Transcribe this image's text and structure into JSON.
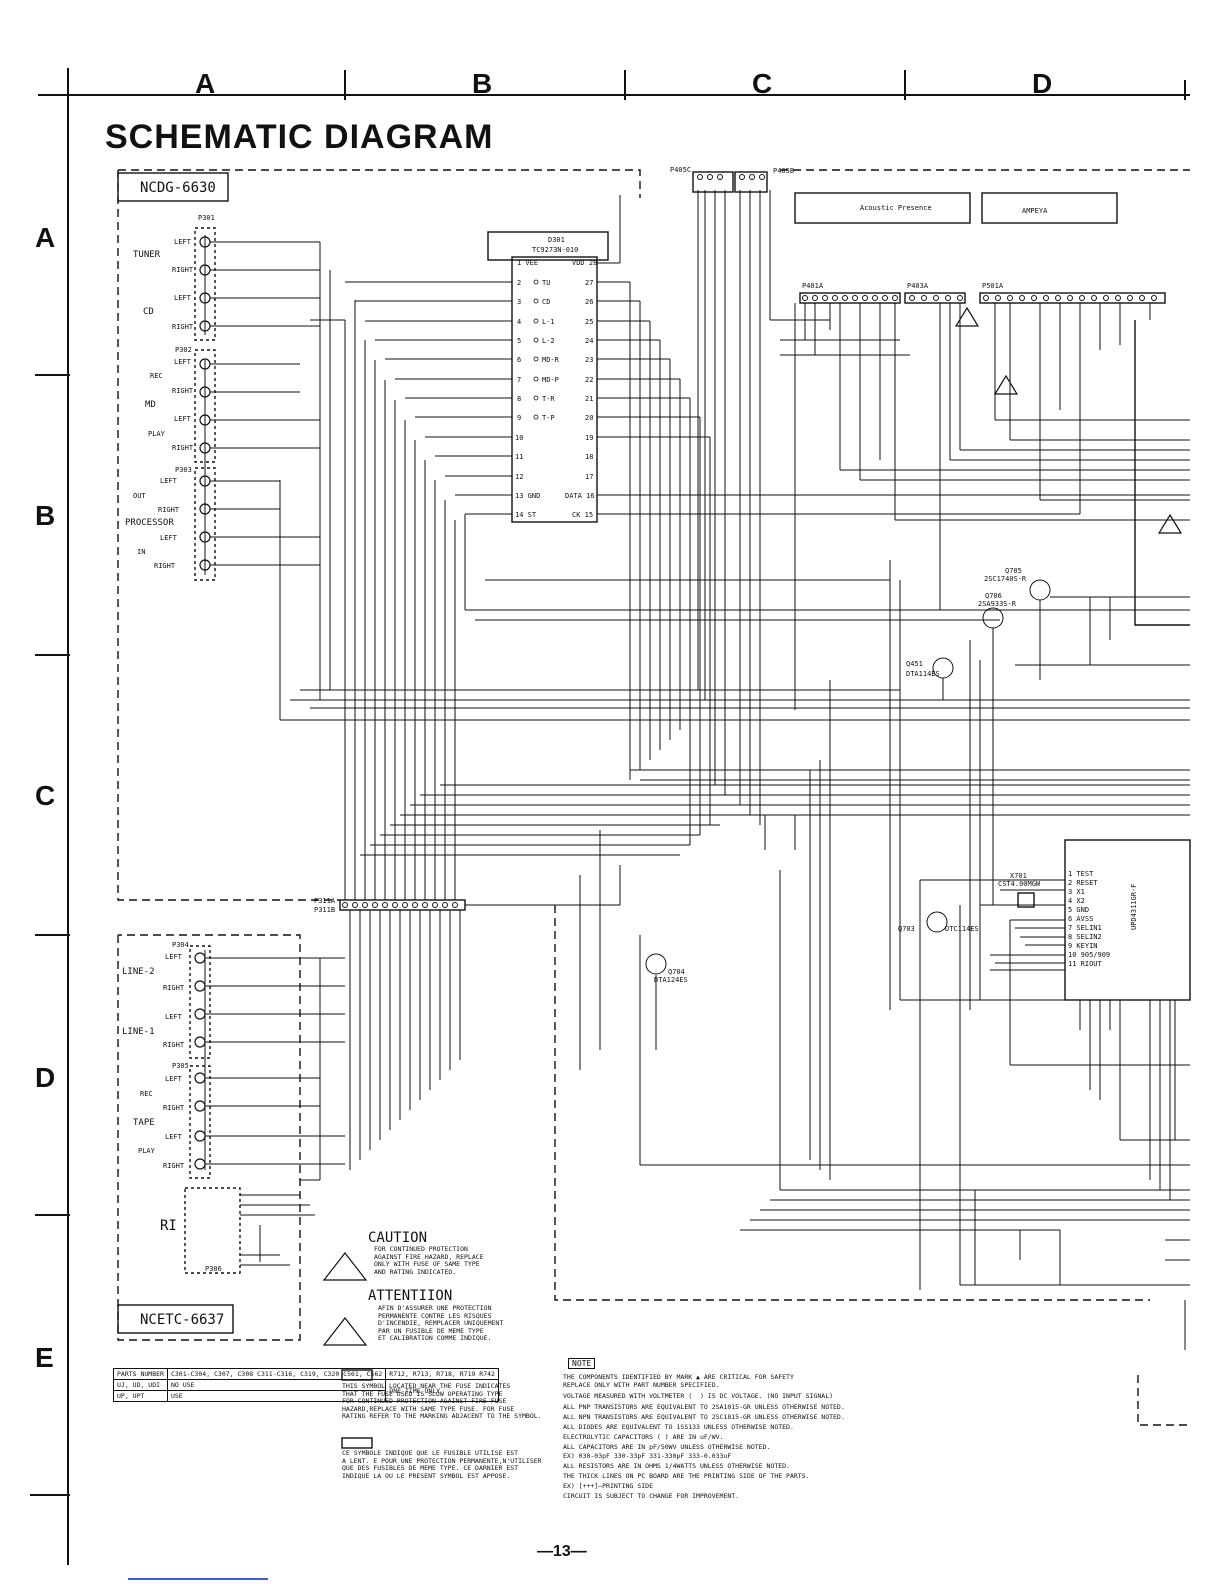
{
  "title": "SCHEMATIC DIAGRAM",
  "grid": {
    "columns": [
      "A",
      "B",
      "C",
      "D"
    ],
    "rows": [
      "A",
      "B",
      "C",
      "D",
      "E"
    ]
  },
  "boards": {
    "top": "NCDG-6630",
    "bottom": "NCETC-6637"
  },
  "ic": {
    "ref": "D301",
    "part": "TC9273N-010",
    "left_pins": [
      "1 VEE",
      "2",
      "3",
      "4",
      "5",
      "6",
      "7",
      "8",
      "9",
      "10",
      "11",
      "12",
      "13 GND",
      "14 ST"
    ],
    "right_pins": [
      "VDD 28",
      "27",
      "26",
      "25",
      "24",
      "23",
      "22",
      "21",
      "20",
      "19",
      "18",
      "17",
      "DATA 16",
      "CK 15"
    ],
    "switch_labels": [
      "TU",
      "CD",
      "L-1",
      "L-2",
      "MD-R",
      "MD-P",
      "T-R",
      "T-P"
    ]
  },
  "inputs": {
    "tuner": "TUNER",
    "cd": "CD",
    "rec": "REC",
    "md": "MD",
    "play": "PLAY",
    "out": "OUT",
    "processor": "PROCESSOR",
    "in": "IN",
    "left": "LEFT",
    "right": "RIGHT",
    "line2": "LINE-2",
    "line1": "LINE-1",
    "tape": "TAPE",
    "ri": "RI"
  },
  "connectors": [
    "P301",
    "P302",
    "P303",
    "P304",
    "P305",
    "P306",
    "P405C",
    "P405B",
    "P401A",
    "P403A",
    "P501A",
    "P311A",
    "P311B"
  ],
  "boxes": {
    "acoustic": "Acoustic Presence",
    "ampeya": "AMPEYA"
  },
  "transistors": {
    "q705": "Q705",
    "q705_part": "2SC1740S-R",
    "q706": "Q706",
    "q706_part": "2SA933S-R",
    "q451": "Q451",
    "q451_part": "DTA114ES",
    "q703": "Q703",
    "q703_part": "DTC114ES",
    "q704": "Q704",
    "q704_part": "DTA124ES"
  },
  "crystal": {
    "ref": "X701",
    "part": "CST4.00MGW"
  },
  "mcu_pins": [
    "1 TEST",
    "2 RESET",
    "3 X1",
    "4 X2",
    "5 GND",
    "6 AVSS",
    "7 SELIN1",
    "8 SELIN2",
    "9 KEYIN",
    "10 905/909",
    "11 RIOUT"
  ],
  "mcu_part": "UPD4311GR-F",
  "caution": {
    "head": "CAUTION",
    "body": "FOR CONTINUED PROTECTION\nAGAINST FIRE HAZARD, REPLACE\nONLY WITH FUSE OF SAME TYPE\nAND RATING INDICATED."
  },
  "attention": {
    "head": "ATTENTIION",
    "body": "AFIN D'ASSURER UNE PROTECTION\nPERMANENTE CONTRE LES RISQUES\nD'INCENDIE, REMPLACER UNIQUEMENT\nPAR UN FUSIBLE DE MEME TYPE\nET CALIBRATION COMME INDIQUE."
  },
  "fuse_note_en": "THIS SYMBOL LOCATED NEAR THE FUSE INDICATES\nTHAT THE FUSE USED IS SLOW OPERATING TYPE\nFOR CONTINUED PROTECTION AGAINST FIRE FUSE\nHAZARD,REPLACE WITH SAME TYPE FUSE. FOR FUSE\nRATING REFER TO THE MARKING ADJACENT TO THE SYMBOL.",
  "fuse_note_fr": "CE SYMBOLE INDIQUE QUE LE FUSIBLE UTILISE EST\nA LENT. E POUR UNE PROTECTION PERMANENTE,N'UTILISER\nQUE DES FUSIBLES DE MEME TYPE. CE DARNIER EST\nINDIQUE LA OU LE PRESENT SYMBOL EST APPOSE.",
  "note": {
    "label": "NOTE",
    "lines": [
      "THE COMPONENTS IDENTIFIED BY MARK ▲ ARE CRITICAL FOR SAFETY",
      "REPLACE ONLY WITH PART NUMBER SPECIFIED.",
      "VOLTAGE MEASURED WITH VOLTMETER (  ) IS DC VOLTAGE. (NO INPUT SIGNAL)",
      "ALL PNP TRANSISTORS ARE EQUIVALENT TO 2SA1015-GR UNLESS OTHERWISE NOTED.",
      "ALL NPN TRANSISTORS ARE EQUIVALENT TO 2SC1815-GR UNLESS OTHERWISE NOTED.",
      "ALL DIODES ARE EQUIVALENT TO 1SS133 UNLESS OTHERWISE NOTED.",
      "ELECTROLYTIC CAPACITORS ( ) ARE IN uF/WV.",
      "ALL CAPACITORS ARE IN pF/50WV UNLESS OTHERWISE NOTED.",
      "EX) 030-03pF 330-33pF 331-330pF 333-0.033uF",
      "ALL RESISTORS ARE IN OHMS 1/4WATTS UNLESS OTHERWISE NOTED.",
      "THE THICK LINES ON PC BOARD ARE THE PRINTING SIDE OF THE PARTS.",
      "EX) [+++]—PRINTING SIDE",
      "CIRCUIT IS SUBJECT TO CHANGE FOR IMPROVEMENT."
    ]
  },
  "parts_table": {
    "r1": [
      "PARTS NUMBER",
      "C301-C304, C307, C308 C311-C316, C319, C320 C561, C562",
      "R712, R713, R718, R719 R742"
    ],
    "r2": [
      "UJ, UD, UDI",
      "NO USE",
      "ONE TIME ONLY"
    ],
    "r3": [
      "UP, UPT",
      "USE"
    ]
  },
  "page_number": "—13—"
}
